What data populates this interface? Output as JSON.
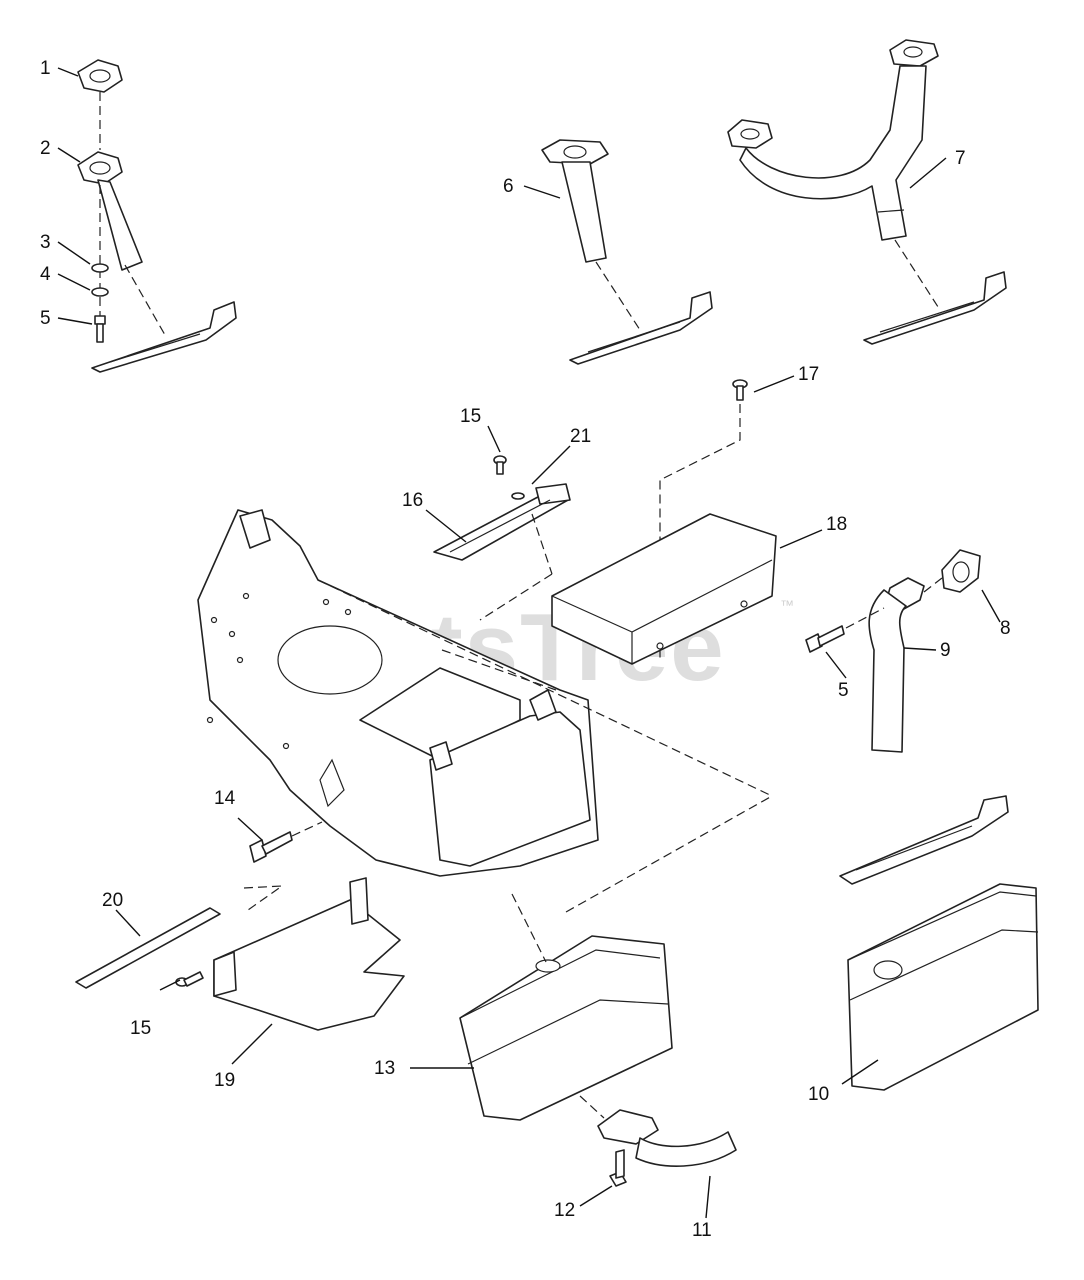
{
  "watermark": {
    "text": "PartsTree",
    "trademark": "™"
  },
  "callouts": {
    "c1": "1",
    "c2": "2",
    "c3": "3",
    "c4": "4",
    "c5a": "5",
    "c6": "6",
    "c7": "7",
    "c8": "8",
    "c9": "9",
    "c5b": "5",
    "c10": "10",
    "c11": "11",
    "c12": "12",
    "c13": "13",
    "c14": "14",
    "c15a": "15",
    "c15b": "15",
    "c16": "16",
    "c17": "17",
    "c18": "18",
    "c19": "19",
    "c20": "20",
    "c21": "21"
  }
}
